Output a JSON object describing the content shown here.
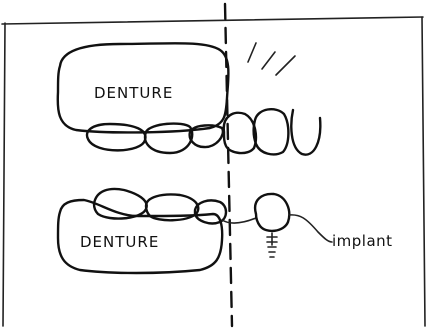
{
  "diagram": {
    "upper_denture_label": "DENTURE",
    "lower_denture_label": "DENTURE",
    "implant_label": "implant"
  }
}
